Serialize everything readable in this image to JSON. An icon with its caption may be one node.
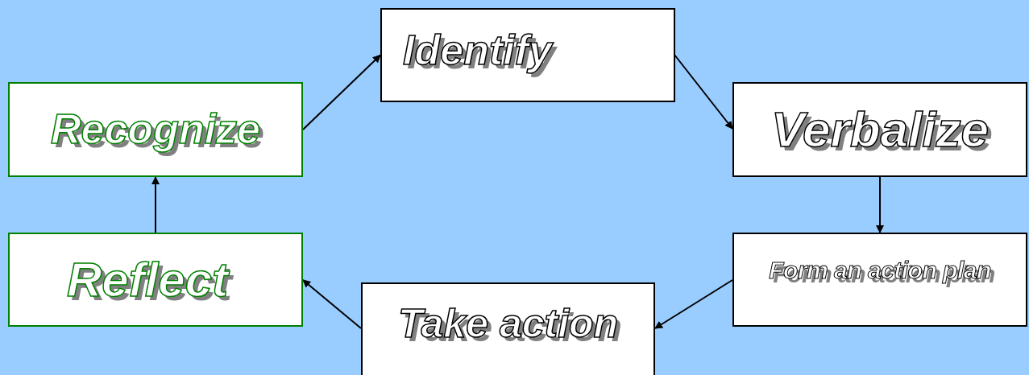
{
  "diagram": {
    "nodes": [
      {
        "text": [
          "Recognize"
        ]
      },
      {
        "text": [
          "Identify"
        ]
      },
      {
        "text": [
          "Verbalize"
        ]
      },
      {
        "text": [
          "Form an action plan"
        ]
      },
      {
        "text": [
          "Take action"
        ]
      },
      {
        "text": [
          "Reflect"
        ]
      }
    ],
    "edges": [
      {
        "from": 0,
        "to": 1,
        "arrow": "to"
      },
      {
        "from": 1,
        "to": 2,
        "arrow": "to"
      },
      {
        "from": 2,
        "to": 3,
        "arrow": "to"
      },
      {
        "from": 3,
        "to": 4,
        "arrow": "to"
      },
      {
        "from": 4,
        "to": 5,
        "arrow": "to"
      },
      {
        "from": 5,
        "to": 0,
        "arrow": "to"
      }
    ]
  }
}
